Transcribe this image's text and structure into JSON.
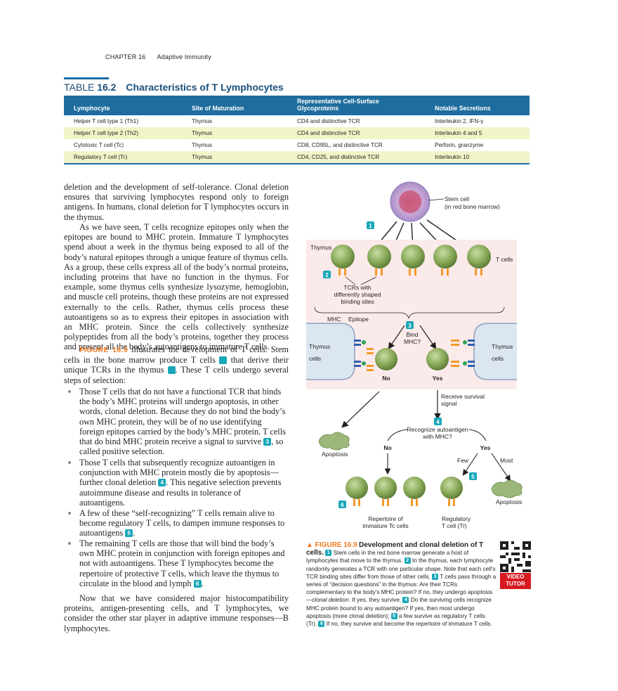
{
  "running_head": {
    "chapter": "CHAPTER 16",
    "title": "Adaptive Immunity"
  },
  "table": {
    "label": "TABLE",
    "number": "16.2",
    "title": "Characteristics of T Lymphocytes",
    "headers": [
      "Lymphocyte",
      "Site of Maturation",
      "Representative Cell-Surface Glycoproteins",
      "Notable Secretions"
    ],
    "rows": [
      [
        "Helper T cell type 1 (Th1)",
        "Thymus",
        "CD4 and distinctive TCR",
        "Interleukin 2, IFN-γ"
      ],
      [
        "Helper T cell type 2 (Th2)",
        "Thymus",
        "CD4 and distinctive TCR",
        "Interleukin 4 and 5"
      ],
      [
        "Cytotoxic T cell (Tc)",
        "Thymus",
        "CD8, CD95L, and distinctive TCR",
        "Perforin, granzyme"
      ],
      [
        "Regulatory T cell (Tr)",
        "Thymus",
        "CD4, CD25, and distinctive TCR",
        "Interleukin 10"
      ]
    ]
  },
  "body": {
    "p1": "deletion and the development of self-tolerance. Clonal deletion ensures that surviving lymphocytes respond only to foreign antigens. In humans, clonal deletion for T lymphocytes occurs in the thymus.",
    "p2": "As we have seen, T cells recognize epitopes only when the epitopes are bound to MHC protein. Immature T lymphocytes spend about a week in the thymus being exposed to all of the body’s natural epitopes through a unique feature of thymus cells. As a group, these cells express all of the body’s normal proteins, including proteins that have no function in the thymus. For example, some thymus cells synthesize lysozyme, hemoglobin, and muscle cell proteins, though these proteins are not expressed externally to the cells. Rather, thymus cells process these autoantigens so as to express their epitopes in association with an MHC protein. Since the cells collectively synthesize polypeptides from all the body’s proteins, together they process and present all the body’s autoantigens to immature T cells.",
    "p3_ref": "FIGURE 16.9",
    "p3_a": " illustrates the development of T cells. Stem cells in the bone marrow produce T cells ",
    "p3_b": " that derive their unique TCRs in the thymus ",
    "p3_c": ". These T cells undergo several steps of selection:",
    "b1_a": "Those T cells that do not have a functional TCR that binds the body’s MHC proteins will undergo apoptosis, in other words, clonal deletion. Because they do not bind the body’s own MHC protein, they will be of no use identifying foreign epitopes carried by the body’s MHC protein. T cells that do bind MHC protein receive a signal to survive ",
    "b1_b": ", so called positive selection.",
    "b2_a": "Those T cells that subsequently recognize autoantigen in conjunction with MHC protein mostly die by apoptosis—further clonal deletion ",
    "b2_b": ". This negative selection prevents autoimmune disease and results in tolerance of autoantigens.",
    "b3_a": "A few of these “self-recognizing” T cells remain alive to become regulatory T cells, to dampen immune responses to autoantigens ",
    "b3_b": ".",
    "b4_a": "The remaining T cells are those that will bind the body’s own MHC protein in conjunction with foreign epitopes and not with autoantigens. These T lymphocytes become the repertoire of protective T cells, which leave the thymus to circulate in the blood and lymph ",
    "b4_b": ".",
    "p4": "Now that we have considered major histocompatibility proteins, antigen-presenting cells, and T lymphocytes, we consider the other star player in adaptive immune responses—B lymphocytes.",
    "badges": [
      "1",
      "2",
      "3",
      "4",
      "5",
      "6"
    ]
  },
  "figure": {
    "stem_label_1": "Stem cell",
    "stem_label_2": "(in red bone marrow)",
    "thymus": "Thymus",
    "t_cells": "T cells",
    "tcr_1": "TCRs with",
    "tcr_2": "differently shaped",
    "tcr_3": "binding sites",
    "mhc": "MHC",
    "epitope": "Epitope",
    "bind_1": "Bind",
    "bind_2": "MHC?",
    "thymus_cells_1": "Thymus",
    "thymus_cells_2": "cells",
    "no": "No",
    "yes": "Yes",
    "survival_1": "Receive survival",
    "survival_2": "signal",
    "recog_1": "Recognize autoantigen",
    "recog_2": "with MHC?",
    "apoptosis": "Apoptosis",
    "few": "Few",
    "most": "Most",
    "rep_1": "Repertoire of",
    "rep_2": "immature Tc cells",
    "reg_1": "Regulatory",
    "reg_2": "T cell (Tr)",
    "colors": {
      "cell": "#8aab5a",
      "thymus_bg": "#fbeaea",
      "badge": "#19a7b8",
      "tcr": "#f39a2b",
      "mhc": "#2f5fb0"
    }
  },
  "caption": {
    "head": "▲ FIGURE 16.9",
    "title": "Development and clonal deletion of T cells.",
    "s1": " Stem cells in the red bone marrow generate a host of lymphocytes that move to the thymus. ",
    "s2": " In the thymus, each lymphocyte randomly generates a TCR with one particular shape. Note that each cell’s TCR binding sites differ from those of other cells. ",
    "s3": " T cells pass through a series of “decision questions” in the thymus: Are their TCRs complementary to the body’s MHC protein? If no, they undergo apoptosis—",
    "s3_em": "clonal deletion",
    "s3_end": ". If yes, they survive. ",
    "s4": " Do the surviving cells recognize MHC protein bound to any autoantigen? If yes, then most undergo apoptosis (more clonal deletion); ",
    "s5": " a few survive as regulatory T cells (Tr). ",
    "s6": " If no, they survive and become the repertoire of immature T cells.",
    "video_1": "VIDEO",
    "video_2": "TUTOR"
  }
}
